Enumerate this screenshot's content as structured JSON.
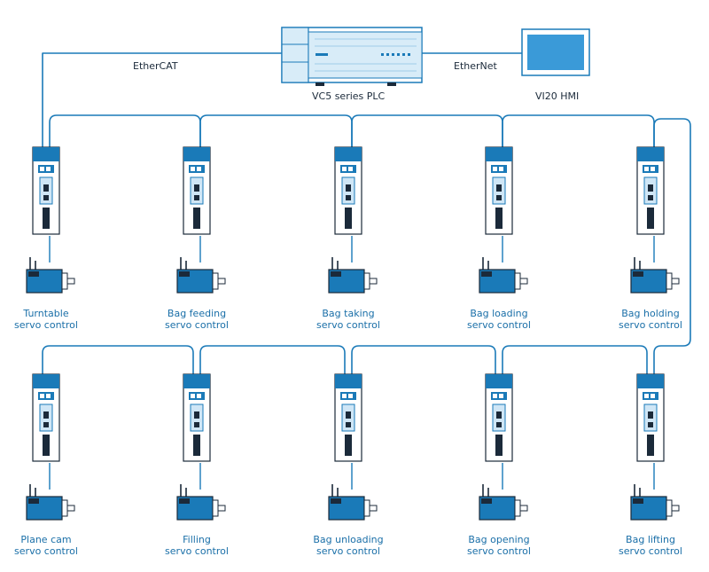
{
  "network": {
    "ethercat_label": "EtherCAT",
    "ethernet_label": "EtherNet"
  },
  "plc": {
    "label": "VC5 series PLC"
  },
  "hmi": {
    "label": "VI20 HMI"
  },
  "colors": {
    "line": "#1a7ab8",
    "drive_body": "#ffffff",
    "drive_accent": "#1a7ab8",
    "plc_fill": "#d8ecf8",
    "hmi_screen": "#3a9ad8",
    "text": "#1a6fa8"
  },
  "drives_row1": [
    {
      "line1": "Turntable",
      "line2": "servo control"
    },
    {
      "line1": "Bag feeding",
      "line2": "servo control"
    },
    {
      "line1": "Bag taking",
      "line2": "servo control"
    },
    {
      "line1": "Bag loading",
      "line2": "servo control"
    },
    {
      "line1": "Bag holding",
      "line2": "servo control"
    }
  ],
  "drives_row2": [
    {
      "line1": "Plane cam",
      "line2": "servo control"
    },
    {
      "line1": "Filling",
      "line2": "servo control"
    },
    {
      "line1": "Bag unloading",
      "line2": "servo control"
    },
    {
      "line1": "Bag opening",
      "line2": "servo control"
    },
    {
      "line1": "Bag lifting",
      "line2": "servo control"
    }
  ]
}
